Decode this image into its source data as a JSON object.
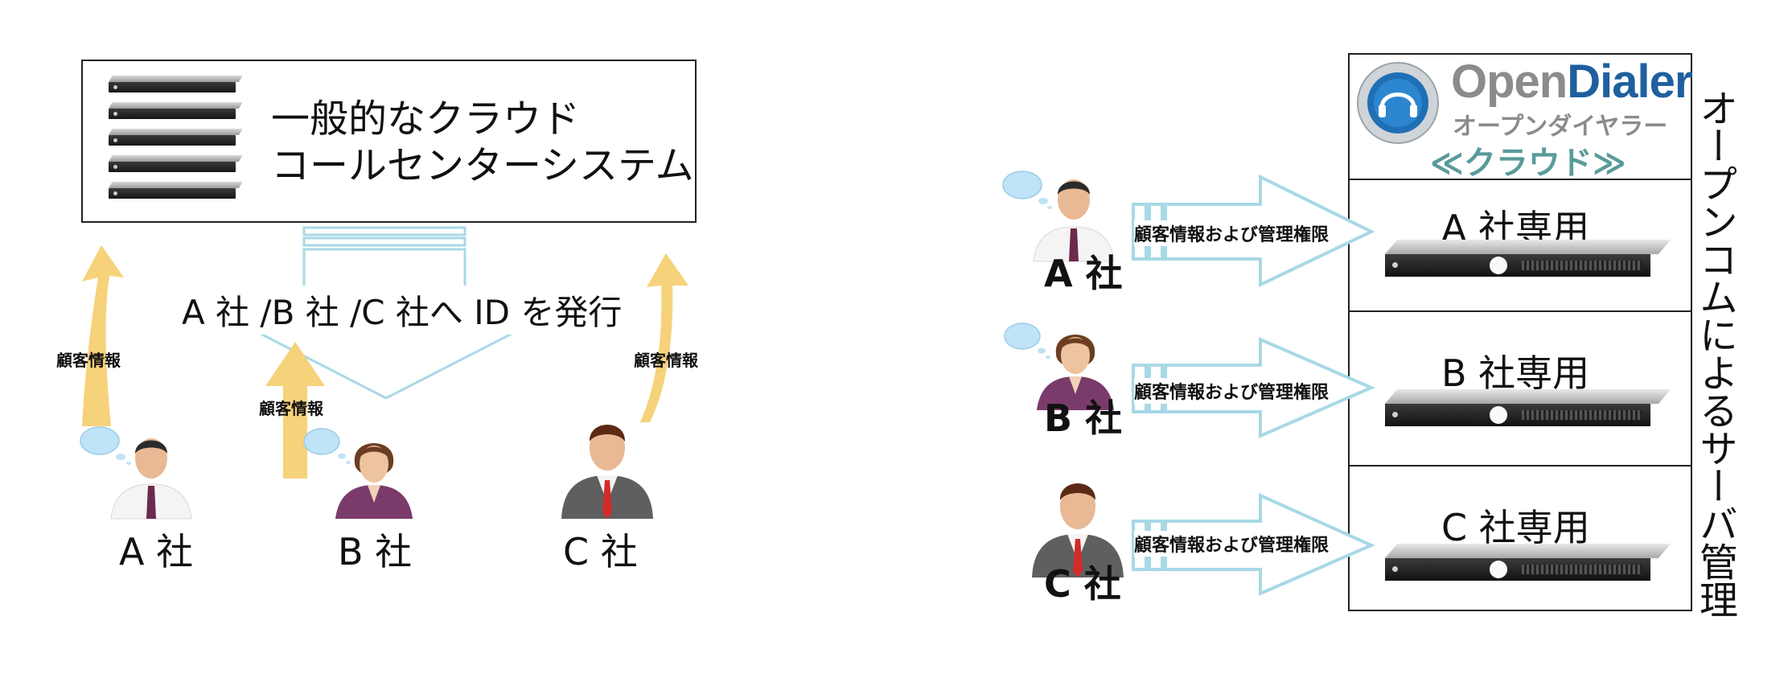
{
  "left": {
    "cloud_title_line1": "一般的なクラウド",
    "cloud_title_line2": "コールセンターシステム",
    "issue_text": "A 社 /B 社 /C 社へ ID を発行",
    "customer_info_label": "顧客情報",
    "companies": [
      "A 社",
      "B 社",
      "C 社"
    ]
  },
  "right": {
    "logo_brand_open": "Open",
    "logo_brand_dialer": "Dialer",
    "logo_katakana": "オープンダイヤラー",
    "logo_cloud": "≪クラウド≫",
    "dedicated": [
      "A 社専用",
      "B 社専用",
      "C 社専用"
    ],
    "arrow_label": "顧客情報および管理権限",
    "companies": [
      "A 社",
      "B 社",
      "C 社"
    ],
    "vertical_caption": "オープンコムによるサーバ管理"
  },
  "colors": {
    "arrow_yellow": "#f6d27a",
    "arrow_outline_blue": "#a8d8e6",
    "bubble_blue": "#bfe3f7",
    "logo_text_grey": "#8b8b8b",
    "logo_dialer_blue": "#1f5f9f",
    "logo_cloud_teal": "#5a9a9a"
  }
}
